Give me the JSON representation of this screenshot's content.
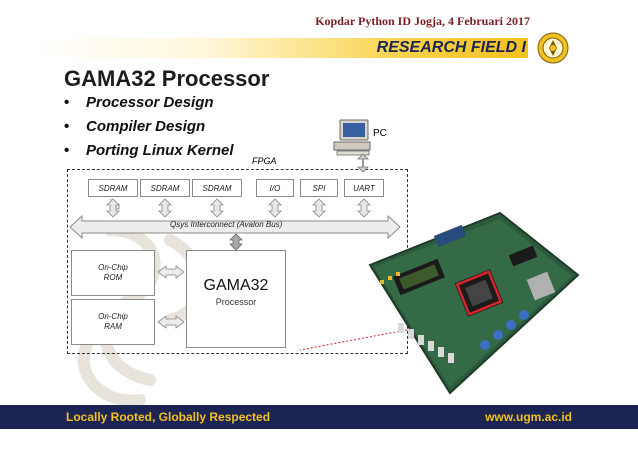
{
  "header": {
    "event_caption": "Kopdar Python ID Jogja, 4 Februari 2017",
    "section_title": "RESEARCH FIELD I",
    "logo_icon": "university-seal-icon"
  },
  "slide": {
    "title": "GAMA32 Processor",
    "bullets": [
      "Processor Design",
      "Compiler Design",
      "Porting Linux Kernel"
    ]
  },
  "diagram": {
    "pc_label": "PC",
    "fpga_label": "FPGA",
    "peripherals": [
      "SDRAM",
      "SDRAM",
      "SDRAM",
      "I/O",
      "SPI",
      "UART"
    ],
    "bus_label": "Qsys Interconnect (Avalon Bus)",
    "memories": [
      {
        "line1": "On-Chip",
        "line2": "ROM"
      },
      {
        "line1": "On-Chip",
        "line2": "RAM"
      }
    ],
    "processor_name": "GAMA32",
    "processor_sub": "Processor"
  },
  "footer": {
    "tagline": "Locally Rooted, Globally Respected",
    "website": "www.ugm.ac.id"
  },
  "colors": {
    "navy": "#1c2454",
    "gold": "#f2c11d",
    "maroon": "#7a1d22",
    "highlight_red": "#d9242b"
  }
}
